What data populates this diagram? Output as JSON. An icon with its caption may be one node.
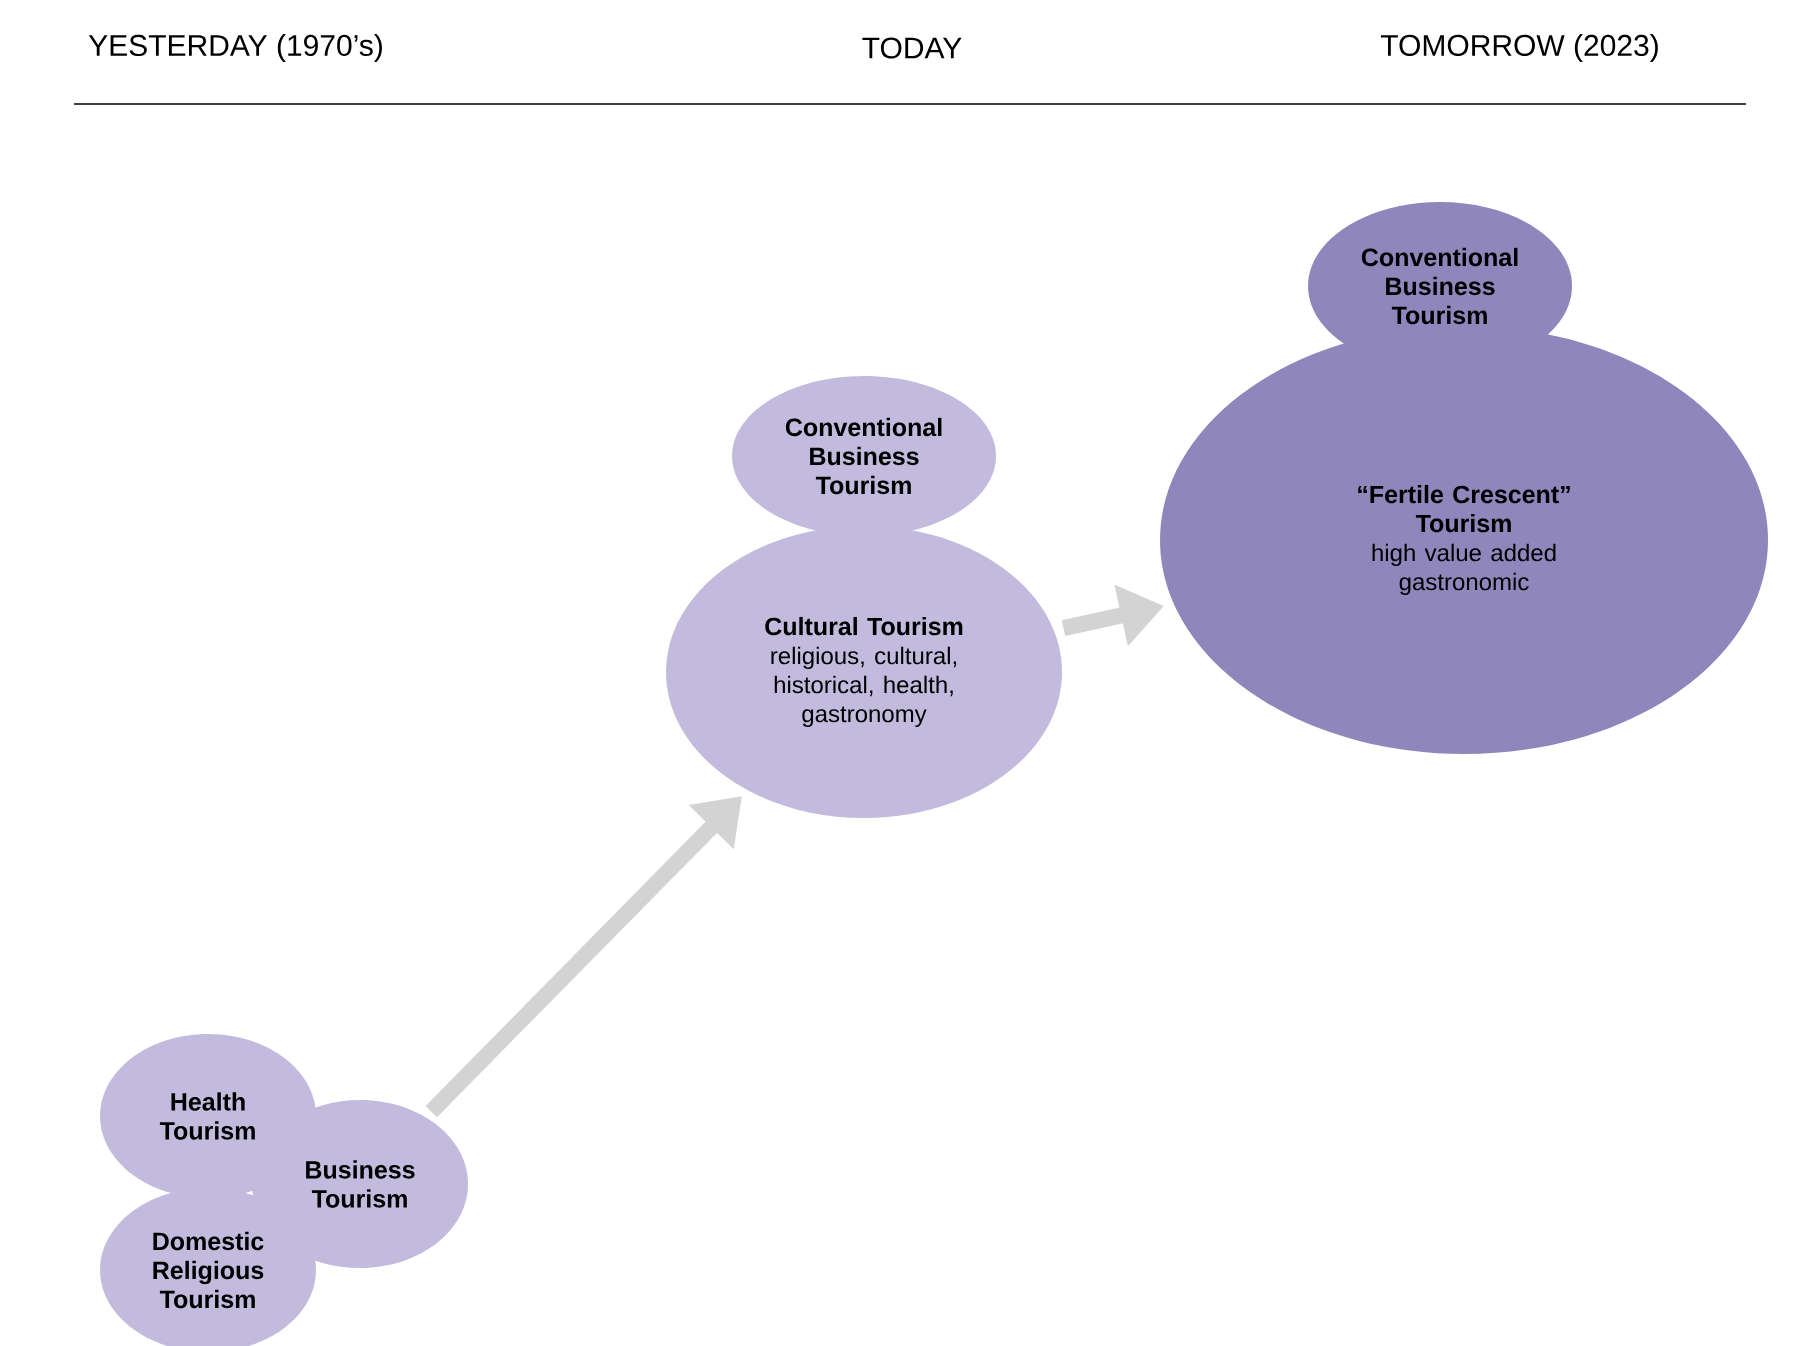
{
  "diagram": {
    "nodes": [
      {
        "text": [
          "Conventional Business Tourism"
        ]
      },
      {
        "text": [
          "Cultural Tourism",
          "religious, cultural, historical, health, gastronomy"
        ]
      },
      {
        "text": [
          "Conventional Business Tourism"
        ]
      },
      {
        "text": [
          "“Fertile Crescent” Tourism",
          "high value added gastronomic"
        ]
      },
      {
        "text": [
          "Health Tourism"
        ]
      },
      {
        "text": [
          "Business Tourism"
        ]
      },
      {
        "text": [
          "Domestic Religious Tourism"
        ]
      }
    ],
    "edges": [
      {
        "from": 5,
        "to": 1,
        "arrow": "to"
      },
      {
        "from": 1,
        "to": 3,
        "arrow": "to"
      }
    ],
    "labels": [
      "YESTERDAY (1970’s)",
      "TODAY",
      "TOMORROW (2023)"
    ]
  }
}
